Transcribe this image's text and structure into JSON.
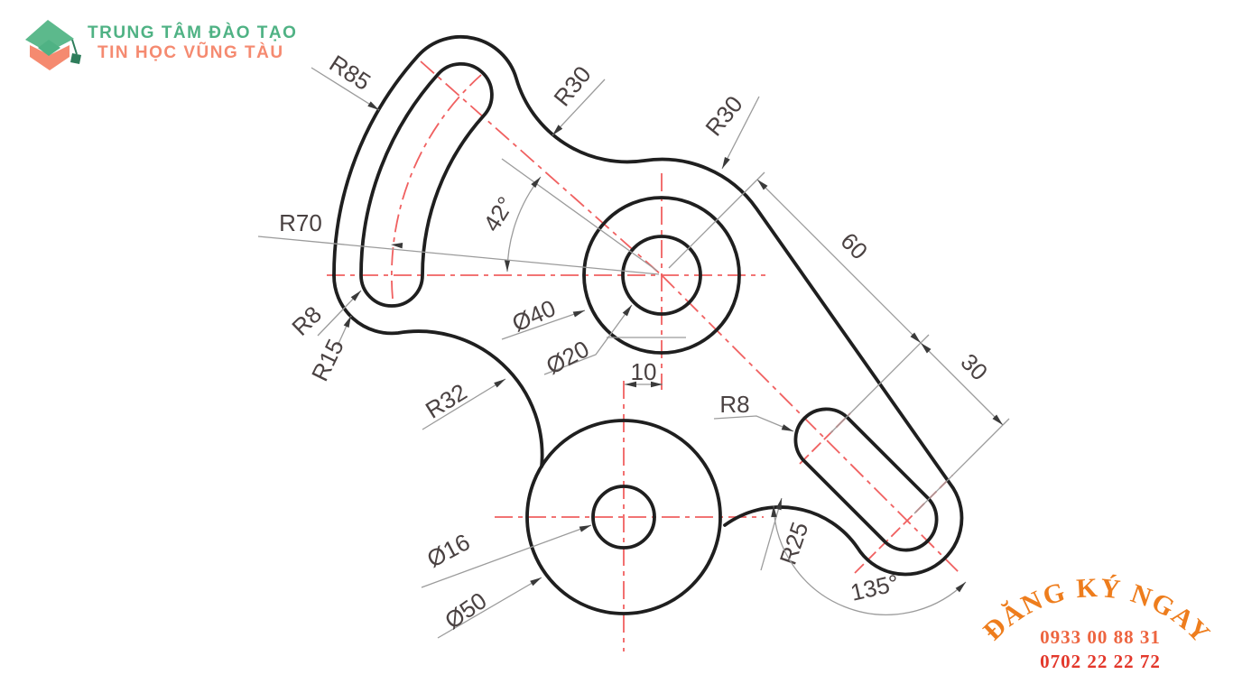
{
  "page": {
    "background": "#ffffff",
    "type": "CAD technical drawing"
  },
  "logo": {
    "line1": "TRUNG TÂM ĐÀO TẠO",
    "line2": "TIN HỌC VŨNG TÀU",
    "line1_color": "#4fb284",
    "line2_color": "#f58a70",
    "icon": "graduation-cap"
  },
  "promo": {
    "arc_text": "ĐĂNG KÝ NGAY",
    "phone1": "0933 00 88 31",
    "phone2": "0702 22 22 72",
    "arc_color": "#ee7d1d",
    "phone1_color": "#ed6540",
    "phone2_color": "#e3382b"
  },
  "drawing": {
    "outline_color": "#1f1f1f",
    "centerline_color": "#f06060",
    "dimension_line_color": "#9b9b9b",
    "dimension_text_color": "#4a4242",
    "labels": {
      "r85": "R85",
      "r30_top": "R30",
      "r30_right": "R30",
      "angle_42": "42°",
      "r70": "R70",
      "r8_left": "R8",
      "r15": "R15",
      "r32": "R32",
      "dia_40": "Ø40",
      "dia_20": "Ø20",
      "dim_10": "10",
      "r8_right": "R8",
      "dim_60": "60",
      "dim_30": "30",
      "dia_16": "Ø16",
      "dia_50": "Ø50",
      "r25": "R25",
      "angle_135": "135°"
    }
  }
}
